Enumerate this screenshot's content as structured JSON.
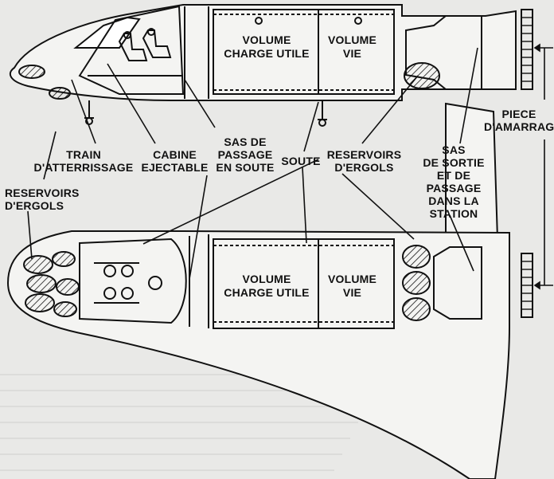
{
  "labels": {
    "volume_charge_top": "VOLUME\nCHARGE UTILE",
    "volume_vie_top": "VOLUME\nVIE",
    "piece_amarrage": "PIECE\nD'AMARRAGE",
    "train_atterrissage": "TRAIN\nD'ATTERRISSAGE",
    "cabine_ejectable": "CABINE\nEJECTABLE",
    "sas_passage_soute": "SAS DE\nPASSAGE\nEN SOUTE",
    "soute": "SOUTE",
    "reservoirs_ergols_center": "RESERVOIRS\nD'ERGOLS",
    "sas_sortie_station": "SAS\nDE SORTIE\nET DE\nPASSAGE\nDANS LA\nSTATION",
    "reservoirs_ergols_left": "RESERVOIRS\nD'ERGOLS",
    "volume_charge_bottom": "VOLUME\nCHARGE UTILE",
    "volume_vie_bottom": "VOLUME\nVIE"
  },
  "colors": {
    "paper": "#e9e9e7",
    "ink": "#111111"
  }
}
